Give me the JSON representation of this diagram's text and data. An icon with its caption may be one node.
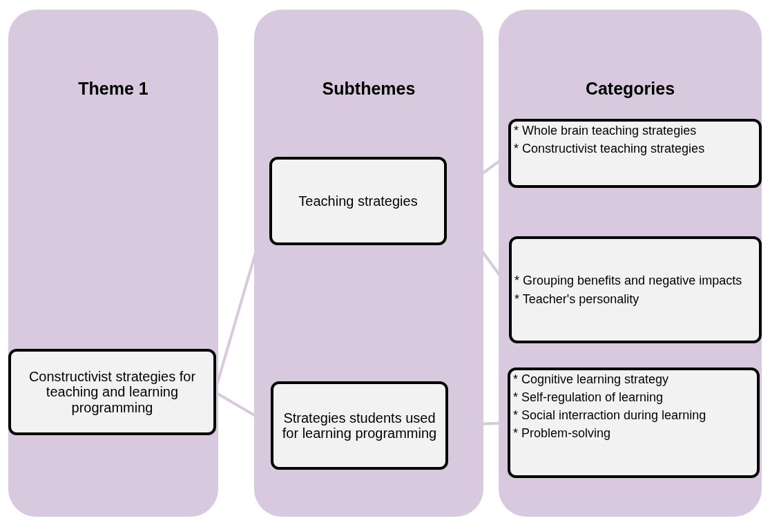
{
  "diagram": {
    "nodes": [
      {
        "text": [
          "Theme 1"
        ]
      },
      {
        "text": [
          "Subthemes"
        ]
      },
      {
        "text": [
          "Categories"
        ]
      },
      {
        "text": [
          "Constructivist strategies for teaching and learning programming"
        ],
        "in": 0
      },
      {
        "text": [
          "Teaching strategies"
        ],
        "in": 1
      },
      {
        "text": [
          "Strategies students used for learning programming"
        ],
        "in": 1
      },
      {
        "text": [
          "* Whole brain teaching strategies",
          "* Constructivist teaching strategies"
        ],
        "in": 2
      },
      {
        "text": [
          "* Grouping benefits and negative impacts",
          "* Teacher's personality"
        ],
        "in": 2
      },
      {
        "text": [
          "* Cognitive learning strategy",
          "* Self-regulation of learning",
          "* Social interraction during learning",
          "* Problem-solving"
        ],
        "in": 2
      }
    ],
    "edges": [
      {
        "from": 3,
        "to": 4,
        "arrow": "none"
      },
      {
        "from": 3,
        "to": 5,
        "arrow": "none"
      },
      {
        "from": 4,
        "to": 6,
        "arrow": "none"
      },
      {
        "from": 4,
        "to": 7,
        "arrow": "none"
      },
      {
        "from": 5,
        "to": 8,
        "arrow": "none"
      }
    ]
  }
}
